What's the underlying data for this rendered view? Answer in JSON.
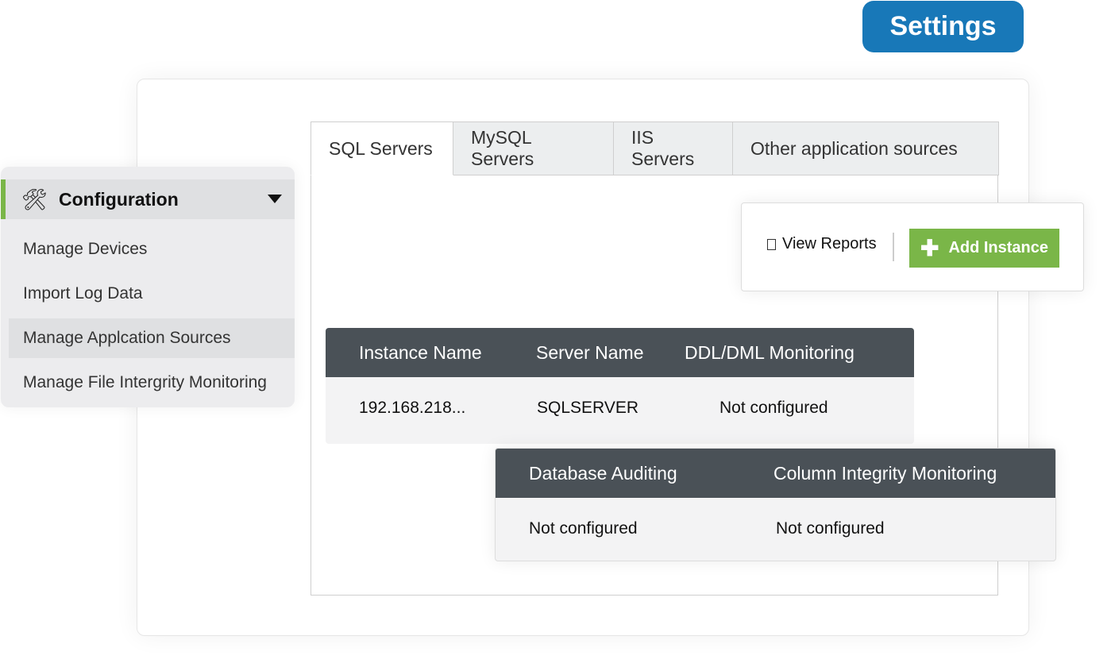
{
  "header": {
    "settings_label": "Settings"
  },
  "tabs": [
    "SQL Servers",
    "MySQL Servers",
    "IIS Servers",
    "Other application sources"
  ],
  "sidebar": {
    "title": "Configuration",
    "items": [
      "Manage Devices",
      "Import Log Data",
      "Manage Applcation Sources",
      "Manage File Intergrity Monitoring"
    ]
  },
  "actions": {
    "view_reports": "View Reports",
    "add_instance": "Add Instance"
  },
  "table1": {
    "headers": [
      "Instance Name",
      "Server Name",
      "DDL/DML Monitoring"
    ],
    "row": [
      "192.168.218...",
      "SQLSERVER",
      "Not configured"
    ]
  },
  "table2": {
    "headers": [
      "Database Auditing",
      "Column Integrity Monitoring"
    ],
    "row": [
      "Not configured",
      "Not configured"
    ]
  },
  "colors": {
    "accent": "#1878b8",
    "green": "#7ab648",
    "table_header": "#4a5157"
  }
}
